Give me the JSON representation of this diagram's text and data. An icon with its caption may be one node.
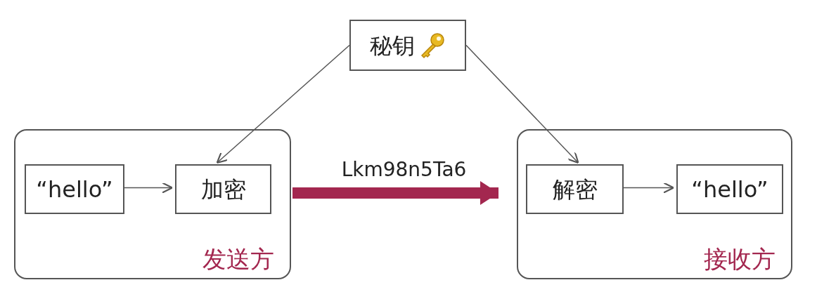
{
  "diagram": {
    "nodes": [
      {
        "text": [
          "秘钥"
        ]
      },
      {
        "text": [
          "发送方"
        ]
      },
      {
        "text": [
          "“hello”"
        ],
        "in": 1
      },
      {
        "text": [
          "加密"
        ],
        "in": 1
      },
      {
        "text": [
          "接收方"
        ]
      },
      {
        "text": [
          "解密"
        ],
        "in": 4
      },
      {
        "text": [
          "“hello”"
        ],
        "in": 4
      }
    ],
    "edges": [
      {
        "from": 0,
        "to": 3,
        "arrow": "to"
      },
      {
        "from": 0,
        "to": 5,
        "arrow": "to"
      },
      {
        "from": 2,
        "to": 3,
        "arrow": "to"
      },
      {
        "from": 5,
        "to": 6,
        "arrow": "to"
      },
      {
        "from": 1,
        "to": 4,
        "arrow": "to",
        "label": "Lkm98n5Ta6",
        "style": "thick",
        "color": "#a3274f"
      }
    ]
  }
}
